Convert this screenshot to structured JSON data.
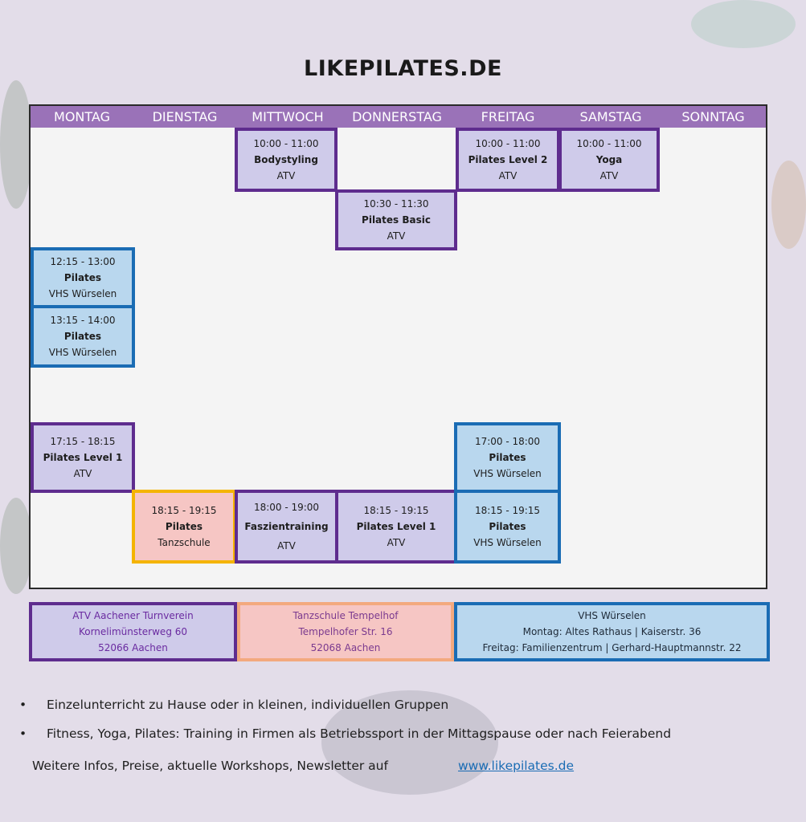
{
  "header": {
    "title": "LIKEPILATES.DE"
  },
  "days": [
    "MONTAG",
    "DIENSTAG",
    "MITTWOCH",
    "DONNERSTAG",
    "FREITAG",
    "SAMSTAG",
    "SONNTAG"
  ],
  "classes": {
    "mi_1000": {
      "time": "10:00 - 11:00",
      "name": "Bodystyling",
      "location": "ATV"
    },
    "fr_1000": {
      "time": "10:00 - 11:00",
      "name": "Pilates Level 2",
      "location": "ATV"
    },
    "sa_1000": {
      "time": "10:00 - 11:00",
      "name": "Yoga",
      "location": "ATV"
    },
    "do_1030": {
      "time": "10:30 - 11:30",
      "name": "Pilates Basic",
      "location": "ATV"
    },
    "mo_1215": {
      "time": "12:15 - 13:00",
      "name": "Pilates",
      "location": "VHS Würselen"
    },
    "mo_1315": {
      "time": "13:15 - 14:00",
      "name": "Pilates",
      "location": "VHS Würselen"
    },
    "mo_1715": {
      "time": "17:15 - 18:15",
      "name": "Pilates Level 1",
      "location": "ATV"
    },
    "fr_1700": {
      "time": "17:00 - 18:00",
      "name": "Pilates",
      "location": "VHS Würselen"
    },
    "di_1815": {
      "time": "18:15 - 19:15",
      "name": "Pilates",
      "location": "Tanzschule"
    },
    "mi_1800": {
      "time": "18:00 - 19:00",
      "name": "Faszientraining",
      "location": "ATV"
    },
    "do_1815": {
      "time": "18:15 - 19:15",
      "name": "Pilates Level 1",
      "location": "ATV"
    },
    "fr_1815": {
      "time": "18:15 - 19:15",
      "name": "Pilates",
      "location": "VHS Würselen"
    }
  },
  "locations": {
    "atv": {
      "line1": "ATV Aachener Turnverein",
      "line2": "Kornelimünsterweg 60",
      "line3": "52066 Aachen"
    },
    "tanz": {
      "line1": "Tanzschule Tempelhof",
      "line2": "Tempelhofer Str. 16",
      "line3": "52068 Aachen"
    },
    "vhs": {
      "line1": "VHS Würselen",
      "line2": "Montag: Altes Rathaus | Kaiserstr. 36",
      "line3": "Freitag: Familienzentrum | Gerhard-Hauptmannstr. 22"
    }
  },
  "bullets": [
    "Einzelunterricht zu Hause oder in kleinen, individuellen Gruppen",
    "Fitness, Yoga, Pilates: Training in Firmen als Betriebssport in der Mittagspause oder nach Feierabend"
  ],
  "bullet_symbol": "•",
  "footer": {
    "info_text": "Weitere Infos, Preise, aktuelle Workshops, Newsletter auf",
    "link_text": "www.likepilates.de"
  },
  "colors": {
    "background": "#e3dde9",
    "day_header": "#9a72b8",
    "atv_fill": "#cfcbea",
    "atv_border": "#5e2c8e",
    "vhs_fill": "#b9d7ee",
    "vhs_border": "#1a6cb4",
    "tanz_fill": "#f6c6c4",
    "tanz_border": "#f4b400",
    "link": "#1a6cb4"
  }
}
